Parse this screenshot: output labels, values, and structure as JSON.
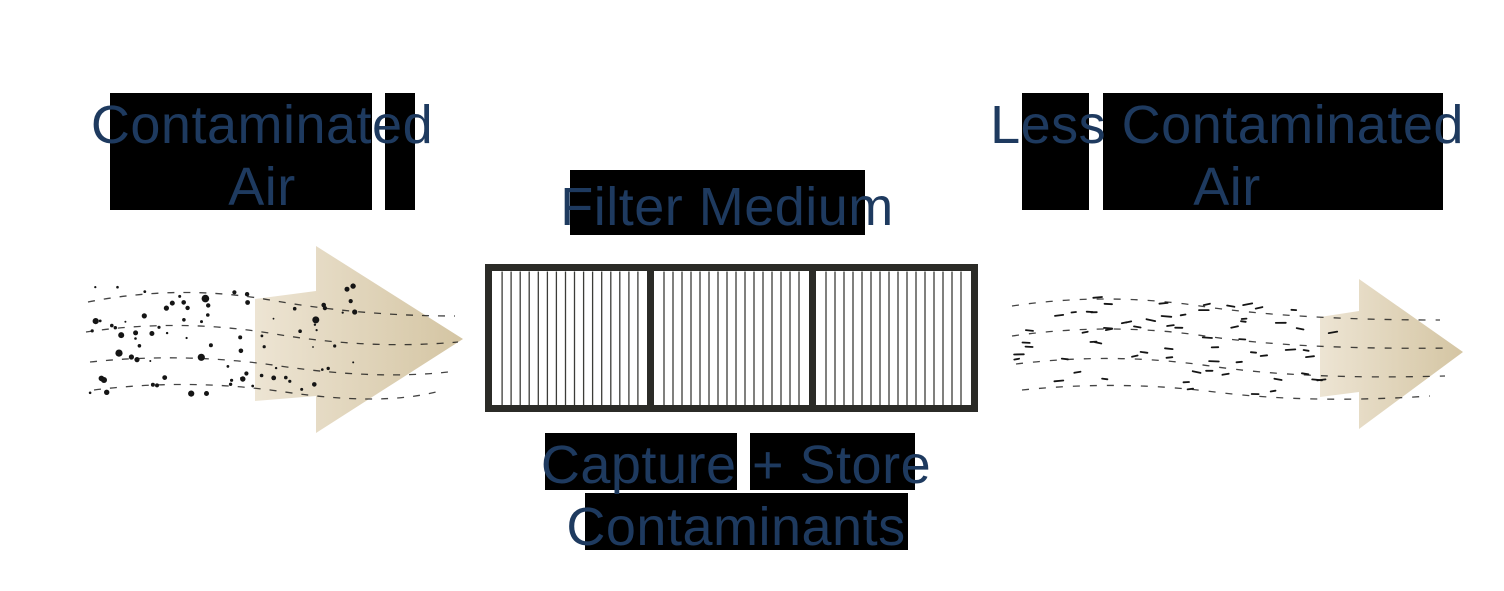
{
  "labels": {
    "contaminated_air": {
      "line1": "Contaminated",
      "line2": "Air"
    },
    "filter_medium": {
      "text": "Filter Medium"
    },
    "capture_store": {
      "line1": "Capture + Store",
      "line2": "Contaminants"
    },
    "less_contaminated_air": {
      "line1": "Less Contaminated",
      "line2": "Air"
    }
  },
  "colors": {
    "label_text": "#1e3a5f",
    "label_backdrop": "#000000",
    "arrow_fill_light": "#ece3d1",
    "arrow_fill_dark": "#d2c29e",
    "particle": "#151515",
    "filter_outline": "#2b2b27",
    "filter_pleat": "#3c3c38",
    "background": "#ffffff"
  },
  "diagram": {
    "type": "air-filtration-flow",
    "steps": [
      {
        "name": "contaminated-air",
        "label": "Contaminated Air"
      },
      {
        "name": "filter-medium",
        "label": "Filter Medium",
        "function": "Capture + Store Contaminants"
      },
      {
        "name": "less-contaminated-air",
        "label": "Less Contaminated Air"
      }
    ]
  }
}
